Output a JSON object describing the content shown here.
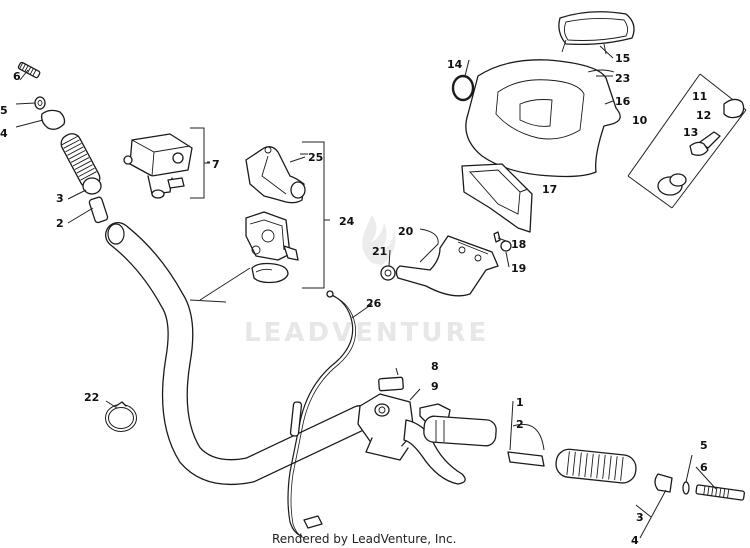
{
  "watermark": {
    "text": "LEADVENTURE"
  },
  "credit": {
    "text": "Rendered by LeadVenture, Inc."
  },
  "callouts": {
    "c1": "1",
    "c2a": "2",
    "c2b": "2",
    "c3a": "3",
    "c3b": "3",
    "c4a": "4",
    "c4b": "4",
    "c5a": "5",
    "c5b": "5",
    "c6a": "6",
    "c6b": "6",
    "c7": "7",
    "c8": "8",
    "c9": "9",
    "c10": "10",
    "c11": "11",
    "c12": "12",
    "c13": "13",
    "c14": "14",
    "c15": "15",
    "c16": "16",
    "c17": "17",
    "c18": "18",
    "c19": "19",
    "c20": "20",
    "c21": "21",
    "c22": "22",
    "c23": "23",
    "c24": "24",
    "c25": "25",
    "c26": "26"
  }
}
